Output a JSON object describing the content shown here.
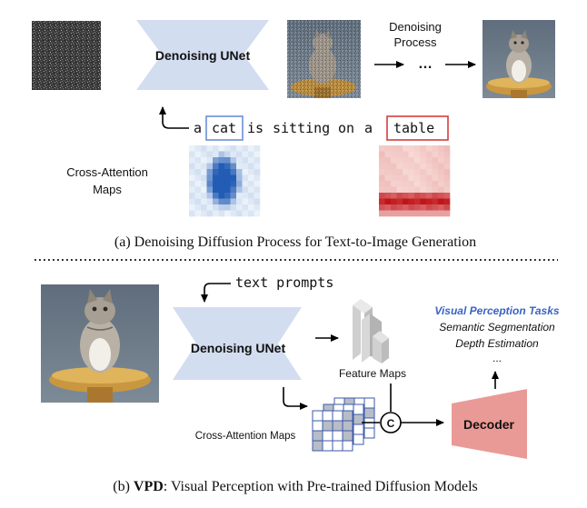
{
  "top": {
    "unet_label": "Denoising UNet",
    "process_label_line1": "Denoising",
    "process_label_line2": "Process",
    "ellipsis": "…",
    "prompt_words": [
      "a",
      "cat",
      "is",
      "sitting",
      "on",
      "a",
      "table"
    ],
    "highlight_cat_color": "#6b8fd6",
    "highlight_table_color": "#d83c3c",
    "cross_attention_line1": "Cross-Attention",
    "cross_attention_line2": "Maps",
    "caption": "(a) Denoising Diffusion Process for Text-to-Image Generation"
  },
  "bottom": {
    "text_prompts": "text prompts",
    "unet_label": "Denoising UNet",
    "feature_maps": "Feature Maps",
    "cross_attention_maps": "Cross-Attention Maps",
    "concat_symbol": "C",
    "decoder_label": "Decoder",
    "tasks_title": "Visual Perception Tasks",
    "tasks": [
      "Semantic Segmentation",
      "Depth Estimation",
      "..."
    ],
    "caption_prefix": "(b) ",
    "caption_bold": "VPD",
    "caption_rest": ": Visual Perception with Pre-trained Diffusion Models",
    "tasks_title_color": "#3a63c4",
    "unet_fill": "#d3ddf0",
    "decoder_fill": "#e99a96"
  }
}
